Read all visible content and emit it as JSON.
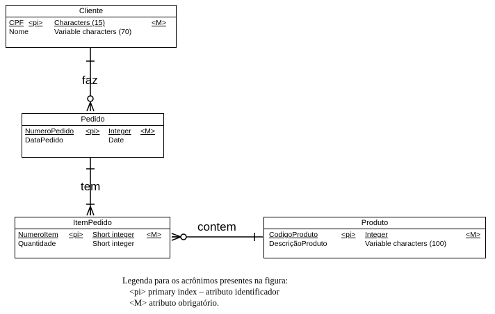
{
  "entities": {
    "cliente": {
      "title": "Cliente",
      "rows": [
        {
          "name": "CPF",
          "tag": "<pi>",
          "type": "Characters (15)",
          "req": "<M>"
        },
        {
          "name": "Nome",
          "tag": "",
          "type": "Variable characters (70)",
          "req": ""
        }
      ]
    },
    "pedido": {
      "title": "Pedido",
      "rows": [
        {
          "name": "NumeroPedido",
          "tag": "<pi>",
          "type": "Integer",
          "req": "<M>"
        },
        {
          "name": "DataPedido",
          "tag": "",
          "type": "Date",
          "req": ""
        }
      ]
    },
    "itempedido": {
      "title": "ItemPedido",
      "rows": [
        {
          "name": "NumeroItem",
          "tag": "<pi>",
          "type": "Short integer",
          "req": "<M>"
        },
        {
          "name": "Quantidade",
          "tag": "",
          "type": "Short integer",
          "req": ""
        }
      ]
    },
    "produto": {
      "title": "Produto",
      "rows": [
        {
          "name": "CodigoProduto",
          "tag": "<pi>",
          "type": "Integer",
          "req": "<M>"
        },
        {
          "name": "DescriçãoProduto",
          "tag": "",
          "type": "Variable characters (100)",
          "req": ""
        }
      ]
    }
  },
  "relationships": {
    "faz": "faz",
    "tem": "tem",
    "contem": "contem"
  },
  "legend": {
    "title": "Legenda para os acrônimos presentes na figura:",
    "line1": "<pi> primary index – atributo identificador",
    "line2": "<M> atributo obrigatório."
  }
}
